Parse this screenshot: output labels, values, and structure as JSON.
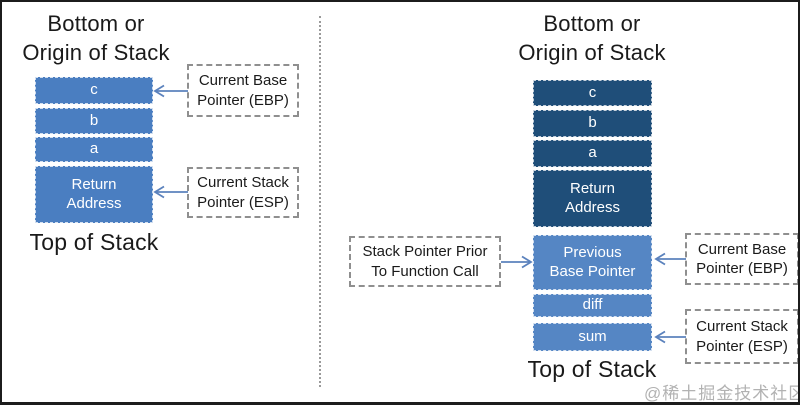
{
  "left_diagram": {
    "title_line1": "Bottom or",
    "title_line2": "Origin of Stack",
    "cells": [
      {
        "label": "c"
      },
      {
        "label": "b"
      },
      {
        "label": "a"
      },
      {
        "label": "Return Address"
      }
    ],
    "bottom_label": "Top of Stack",
    "callout_ebp": "Current Base Pointer (EBP)",
    "callout_esp": "Current Stack Pointer (ESP)"
  },
  "right_diagram": {
    "title_line1": "Bottom or",
    "title_line2": "Origin of Stack",
    "cells": [
      {
        "label": "c"
      },
      {
        "label": "b"
      },
      {
        "label": "a"
      },
      {
        "label": "Return Address"
      },
      {
        "label": "Previous Base Pointer"
      },
      {
        "label": "diff"
      },
      {
        "label": "sum"
      }
    ],
    "bottom_label": "Top of Stack",
    "callout_sp_prior": "Stack Pointer Prior To Function Call",
    "callout_ebp": "Current Base Pointer (EBP)",
    "callout_esp": "Current Stack Pointer (ESP)"
  },
  "watermark": "@稀土掘金技术社区",
  "colors": {
    "cell-blue": "#4a7ec1",
    "cell-dark": "#1f4e79",
    "cell-light": "#5586c4",
    "arrow": "#5b82bd",
    "callout-border": "#8f8f8f",
    "divider": "#9a9a9a",
    "watermark": "#b2b2b2"
  }
}
